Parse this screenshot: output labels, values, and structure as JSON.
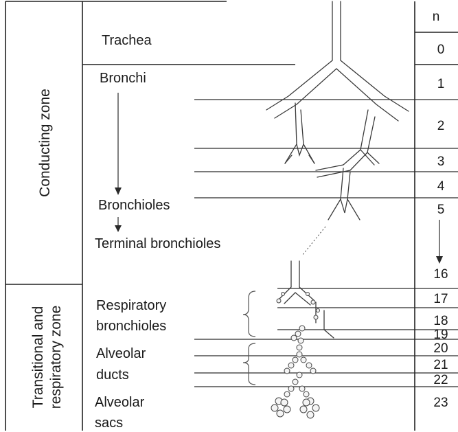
{
  "zones": {
    "conducting": "Conducting zone",
    "transitional_line1": "Transitional and",
    "transitional_line2": "respiratory zone"
  },
  "column_header": "n",
  "labels": {
    "trachea": "Trachea",
    "bronchi": "Bronchi",
    "bronchioles": "Bronchioles",
    "terminal_bronchioles": "Terminal bronchioles",
    "respiratory_bronchioles_1": "Respiratory",
    "respiratory_bronchioles_2": "bronchioles",
    "alveolar_ducts_1": "Alveolar",
    "alveolar_ducts_2": "ducts",
    "alveolar_sacs_1": "Alveolar",
    "alveolar_sacs_2": "sacs"
  },
  "generations": {
    "g0": "0",
    "g1": "1",
    "g2": "2",
    "g3": "3",
    "g4": "4",
    "g5": "5",
    "g16": "16",
    "g17": "17",
    "g18": "18",
    "g19": "19",
    "g20": "20",
    "g21": "21",
    "g22": "22",
    "g23": "23"
  }
}
